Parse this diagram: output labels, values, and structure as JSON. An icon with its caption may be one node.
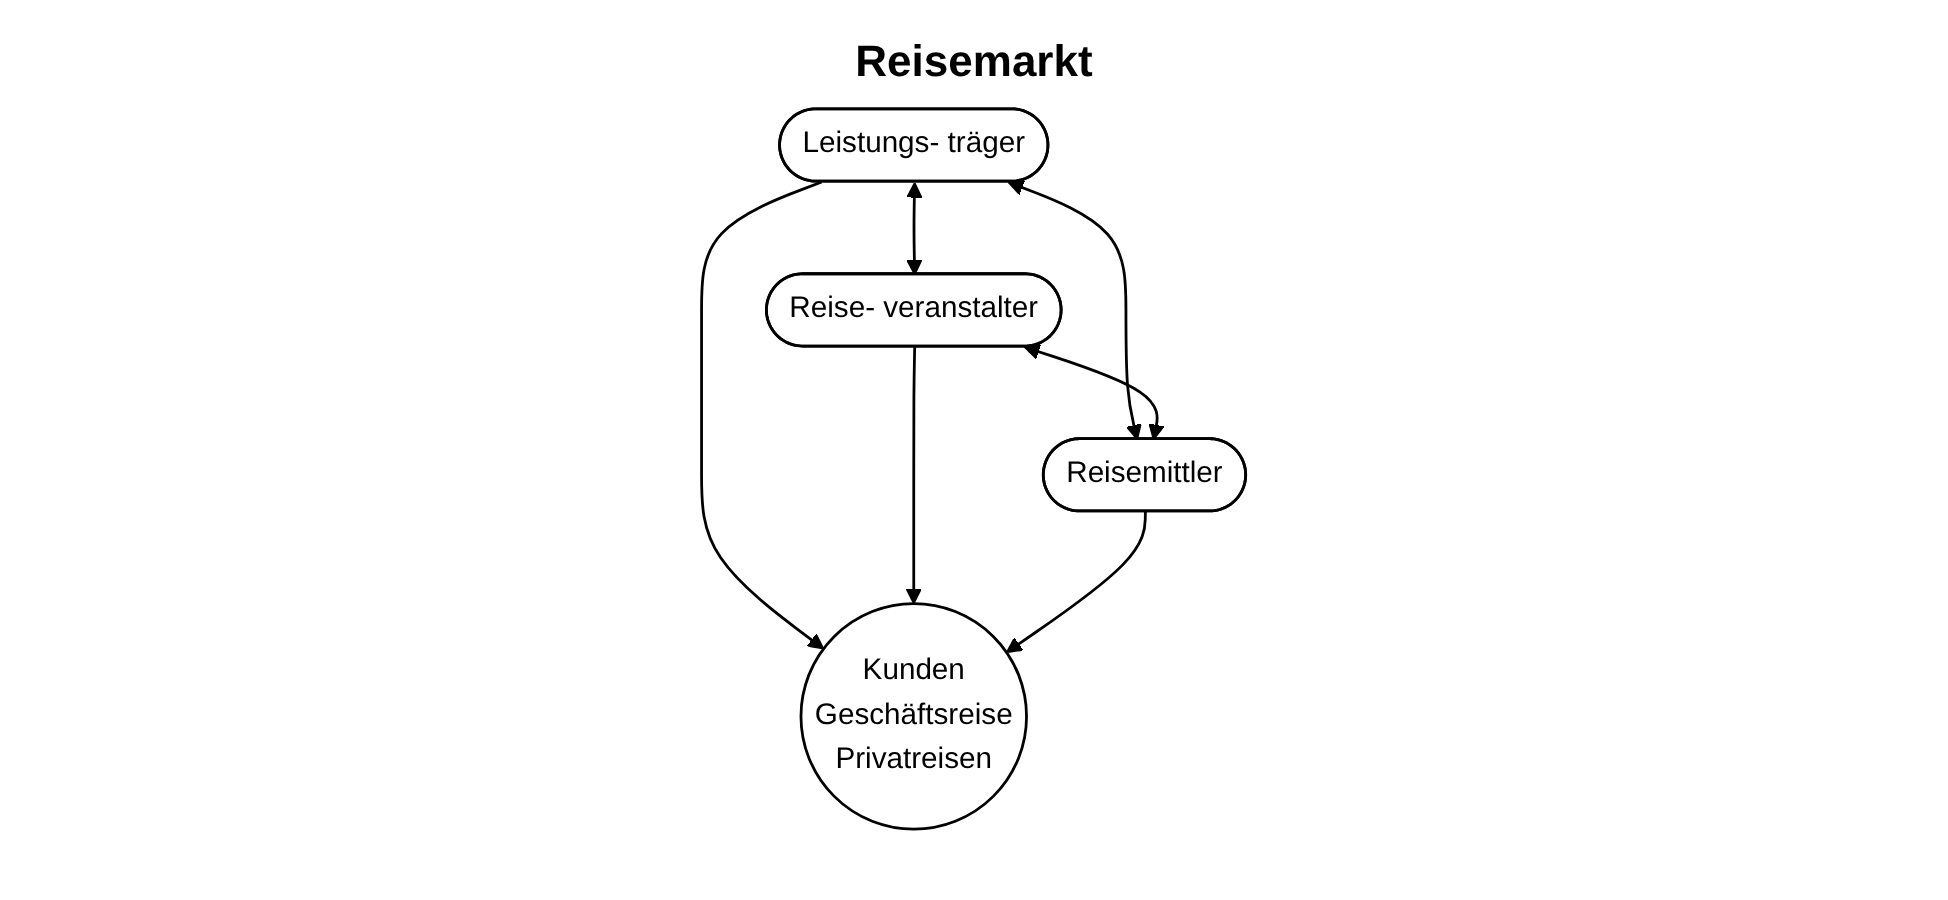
{
  "diagram": {
    "title": "Reisemarkt",
    "nodes": [
      {
        "text": [
          "Leistungs- träger"
        ]
      },
      {
        "text": [
          "Kunden",
          "Geschäftsreise",
          "Privatreisen"
        ]
      },
      {
        "text": [
          "Reise- veranstalter"
        ]
      },
      {
        "text": [
          "Reisemittler"
        ]
      }
    ],
    "edges": [
      {
        "from": 0,
        "to": 2,
        "arrow": "both"
      },
      {
        "from": 0,
        "to": 1,
        "arrow": "to"
      },
      {
        "from": 2,
        "to": 1,
        "arrow": "to"
      },
      {
        "from": 3,
        "to": 1,
        "arrow": "to"
      },
      {
        "from": 0,
        "to": 3,
        "arrow": "both"
      },
      {
        "from": 2,
        "to": 3,
        "arrow": "both"
      }
    ]
  }
}
